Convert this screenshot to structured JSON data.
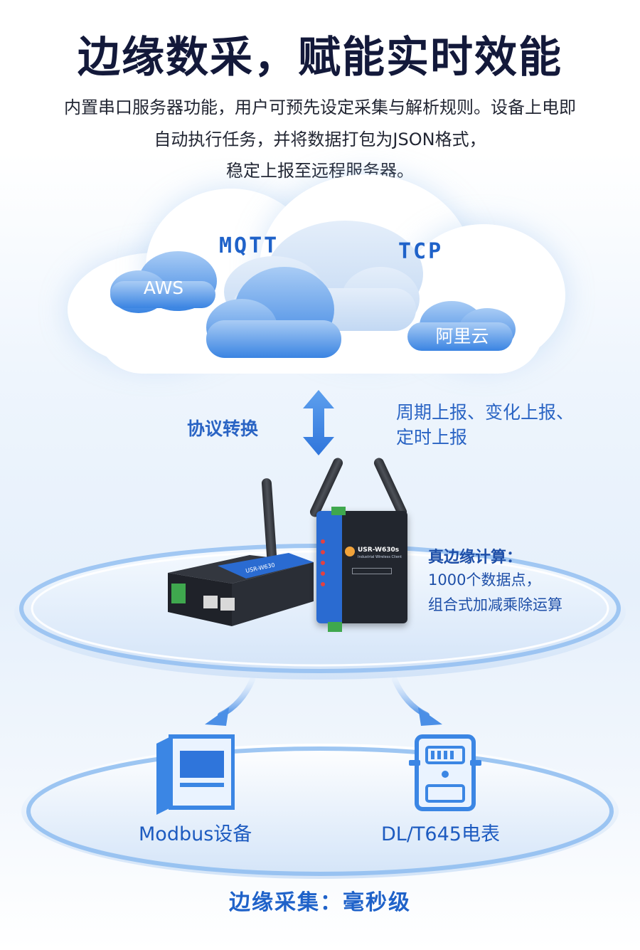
{
  "header": {
    "title": "边缘数采，赋能实时效能",
    "desc_line1": "内置串口服务器功能，用户可预先设定采集与解析规则。设备上电即",
    "desc_line2": "自动执行任务，并将数据打包为JSON格式，",
    "desc_line3": "稳定上报至远程服务器。"
  },
  "cloud": {
    "protocols": [
      "MQTT",
      "TCP"
    ],
    "platforms": [
      "AWS",
      "阿里云"
    ]
  },
  "flow": {
    "left_label": "协议转换",
    "right_line1": "周期上报、变化上报、",
    "right_line2": "定时上报"
  },
  "device": {
    "model_label": "USR-W630s",
    "model_sub": "Industrial Wireless Client",
    "small_label": "USR-W630"
  },
  "edge": {
    "title": "真边缘计算：",
    "line1": "1000个数据点，",
    "line2": "组合式加减乘除运算"
  },
  "targets": {
    "left": "Modbus设备",
    "right": "DL/T645电表"
  },
  "footer": {
    "text": "边缘采集：毫秒级"
  },
  "colors": {
    "accent": "#2a64c4",
    "cloud_blue": "#3b86e4",
    "title": "#13193a"
  }
}
